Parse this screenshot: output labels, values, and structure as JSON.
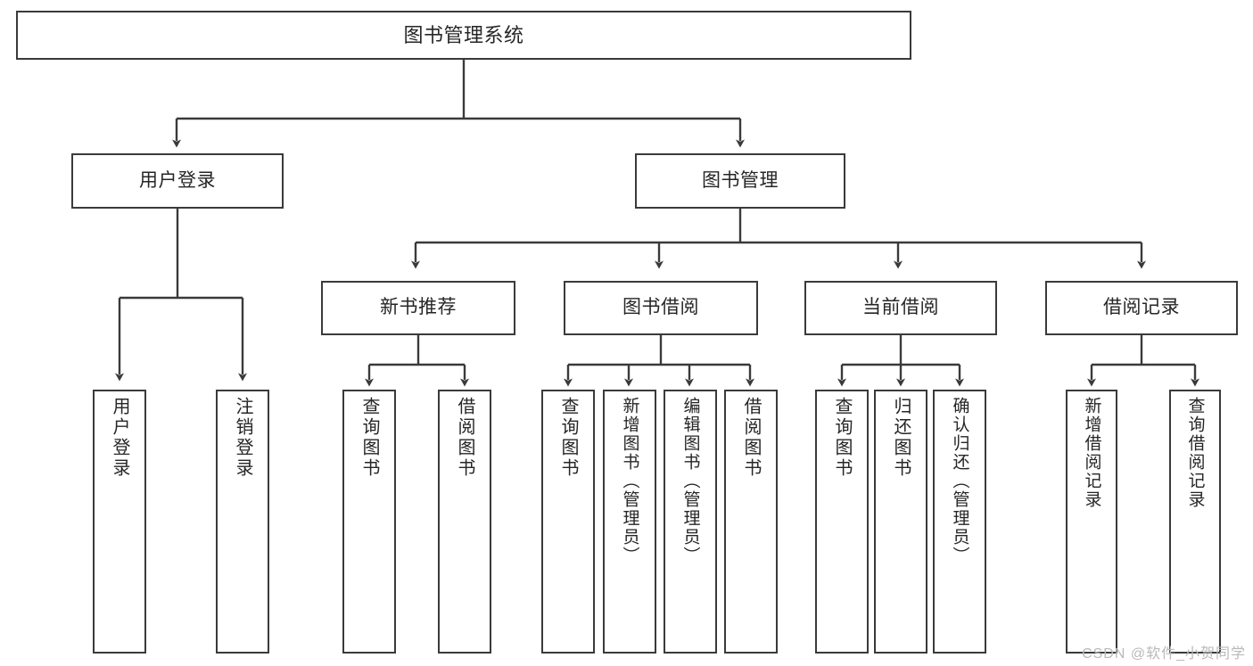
{
  "diagram": {
    "title": "图书管理系统",
    "type": "tree-hierarchy-chart",
    "colors": {
      "box_border": "#3a3a3a",
      "box_fill": "#ffffff",
      "text": "#262626",
      "edge": "#3a3a3a",
      "watermark": "#b9b9b9"
    },
    "nodes": {
      "root": {
        "label": "图书管理系统"
      },
      "level1": [
        {
          "label": "用户登录"
        },
        {
          "label": "图书管理"
        }
      ],
      "level2": [
        {
          "label": "新书推荐"
        },
        {
          "label": "图书借阅"
        },
        {
          "label": "当前借阅"
        },
        {
          "label": "借阅记录"
        }
      ],
      "leaves_user_login": [
        {
          "label": "用户登录"
        },
        {
          "label": "注销登录"
        }
      ],
      "leaves_new_book": [
        {
          "label": "查询图书"
        },
        {
          "label": "借阅图书"
        }
      ],
      "leaves_borrow": [
        {
          "label": "查询图书"
        },
        {
          "label": "新增图书（管理员）"
        },
        {
          "label": "编辑图书（管理员）"
        },
        {
          "label": "借阅图书"
        }
      ],
      "leaves_current": [
        {
          "label": "查询图书"
        },
        {
          "label": "归还图书"
        },
        {
          "label": "确认归还（管理员）"
        }
      ],
      "leaves_record": [
        {
          "label": "新增借阅记录"
        },
        {
          "label": "查询借阅记录"
        }
      ]
    },
    "watermark": "CSDN @软件_小贺同学"
  }
}
